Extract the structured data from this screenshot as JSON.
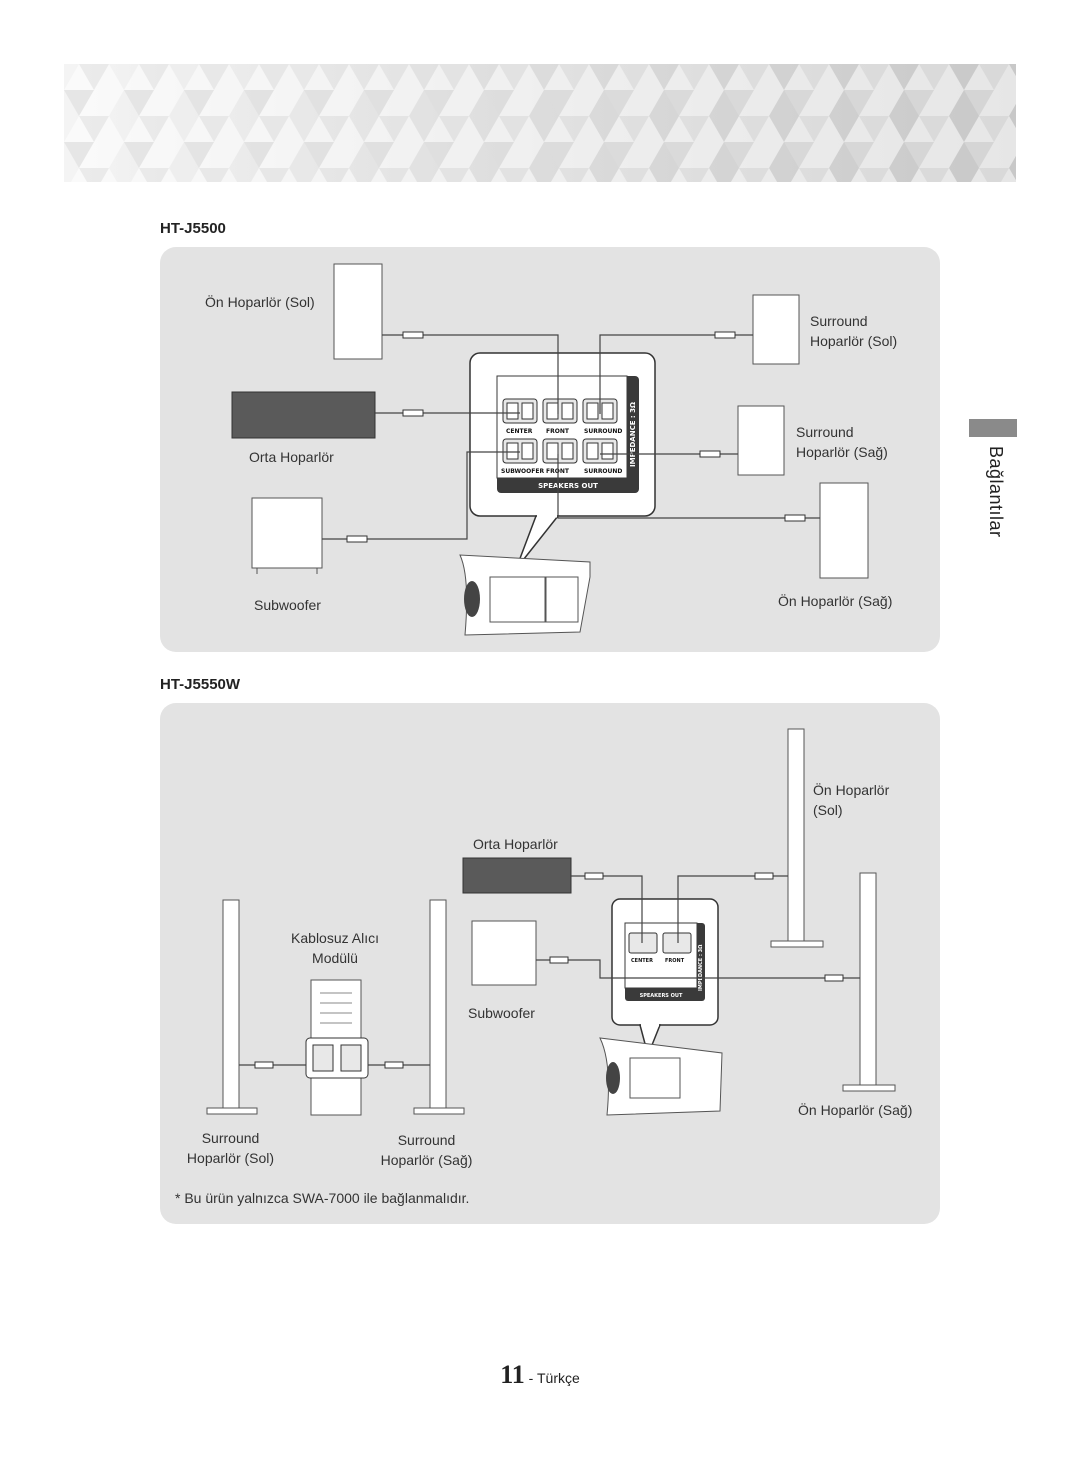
{
  "section_tab": "Bağlantılar",
  "model1": {
    "title": "HT-J5500",
    "labels": {
      "front_left": "Ön Hoparlör (Sol)",
      "surround_left_1": "Surround",
      "surround_left_2": "Hoparlör (Sol)",
      "surround_right_1": "Surround",
      "surround_right_2": "Hoparlör (Sağ)",
      "center": "Orta Hoparlör",
      "subwoofer": "Subwoofer",
      "front_right": "Ön Hoparlör (Sağ)"
    },
    "terminal": {
      "row1": [
        "CENTER",
        "FRONT",
        "SURROUND"
      ],
      "row2": [
        "SUBWOOFER",
        "FRONT",
        "SURROUND"
      ],
      "impedance": "IMPEDANCE : 3Ω",
      "footer": "SPEAKERS OUT"
    }
  },
  "model2": {
    "title": "HT-J5550W",
    "labels": {
      "front_left_1": "Ön Hoparlör",
      "front_left_2": "(Sol)",
      "center": "Orta Hoparlör",
      "wireless_1": "Kablosuz Alıcı",
      "wireless_2": "Modülü",
      "subwoofer": "Subwoofer",
      "surround_left_1": "Surround",
      "surround_left_2": "Hoparlör (Sol)",
      "surround_right_1": "Surround",
      "surround_right_2": "Hoparlör (Sağ)",
      "front_right": "Ön Hoparlör (Sağ)"
    },
    "terminal": {
      "row1": [
        "CENTER",
        "FRONT"
      ],
      "impedance": "IMPEDANCE : 3Ω",
      "footer": "SPEAKERS OUT"
    },
    "note": "*   Bu ürün yalnızca SWA-7000 ile bağlanmalıdır."
  },
  "footer": {
    "page_number": "11",
    "language": " - Türkçe"
  }
}
